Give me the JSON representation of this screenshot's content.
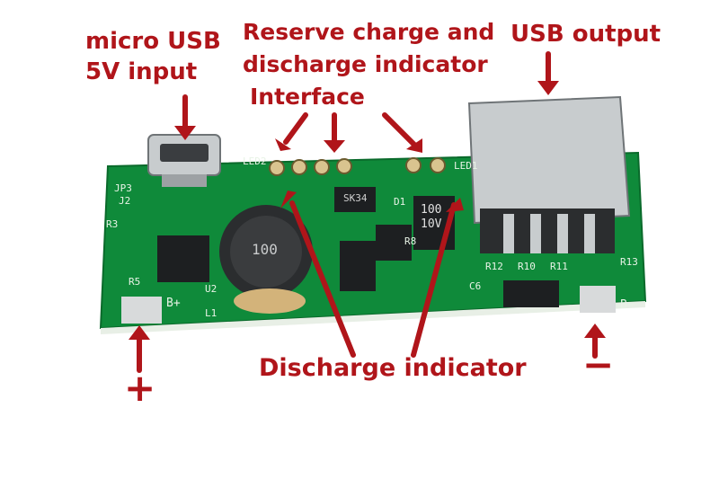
{
  "labels": {
    "micro_usb": "micro USB",
    "five_v_input": "5V input",
    "reserve_line1": "Reserve charge and",
    "reserve_line2": "discharge indicator",
    "interface": "Interface",
    "usb_output": "USB output",
    "discharge_indicator": "Discharge indicator",
    "plus": "+",
    "minus": "−"
  },
  "board_markings": {
    "jp3": "JP3",
    "j2": "J2",
    "r3": "R3",
    "r5": "R5",
    "b_plus": "B+",
    "b_minus": "B−",
    "u2": "U2",
    "l1": "L1",
    "led2": "LED2",
    "led1": "LED1",
    "inductor": "100",
    "cap_value_1": "100",
    "cap_value_2": "10V",
    "r8": "R8",
    "d1": "D1",
    "c6": "C6",
    "r12": "R12",
    "r10": "R10",
    "r11": "R11",
    "r13": "R13",
    "sk34": "SK34"
  },
  "colors": {
    "annotation_red": "#b0151a",
    "pcb_green": "#0f8a3a",
    "pcb_dark": "#0a6a2b",
    "metal": "#c8ccce"
  }
}
